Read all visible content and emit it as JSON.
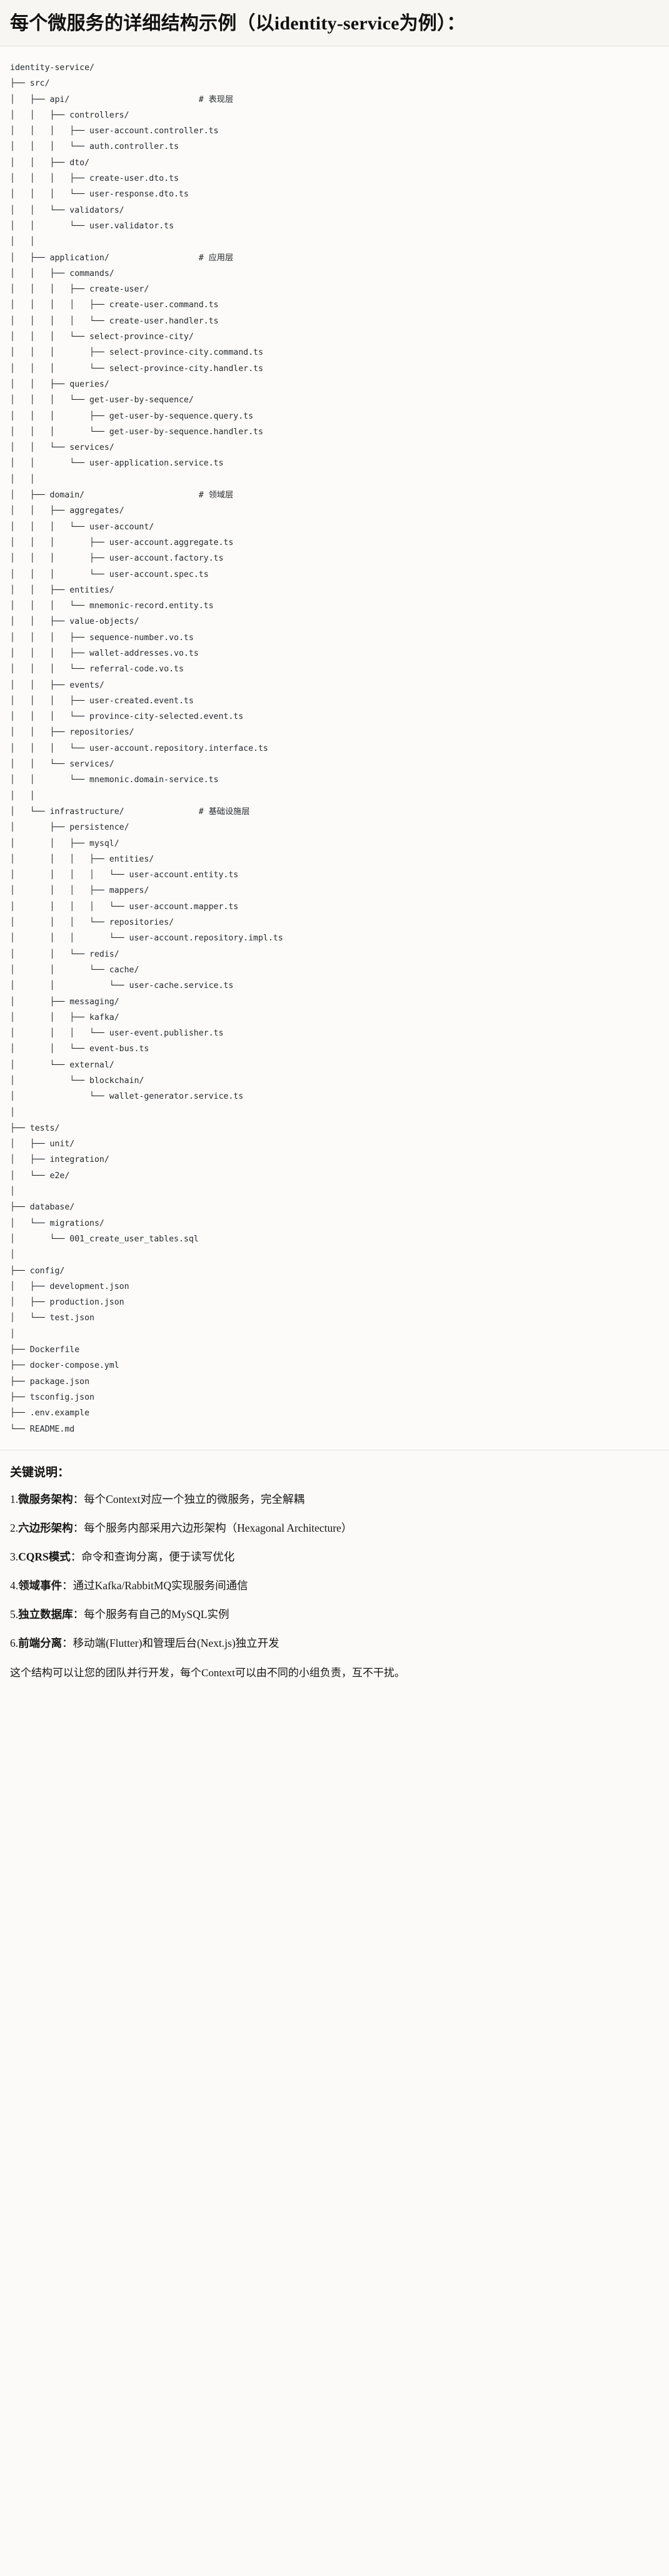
{
  "header": {
    "title": "每个微服务的详细结构示例（以identity-service为例）："
  },
  "tree": {
    "root_label": "identity-service/",
    "lines": [
      "identity-service/",
      "├── src/",
      "│   ├── api/                          # 表现层",
      "│   │   ├── controllers/",
      "│   │   │   ├── user-account.controller.ts",
      "│   │   │   └── auth.controller.ts",
      "│   │   ├── dto/",
      "│   │   │   ├── create-user.dto.ts",
      "│   │   │   └── user-response.dto.ts",
      "│   │   └── validators/",
      "│   │       └── user.validator.ts",
      "│   │",
      "│   ├── application/                  # 应用层",
      "│   │   ├── commands/",
      "│   │   │   ├── create-user/",
      "│   │   │   │   ├── create-user.command.ts",
      "│   │   │   │   └── create-user.handler.ts",
      "│   │   │   └── select-province-city/",
      "│   │   │       ├── select-province-city.command.ts",
      "│   │   │       └── select-province-city.handler.ts",
      "│   │   ├── queries/",
      "│   │   │   └── get-user-by-sequence/",
      "│   │   │       ├── get-user-by-sequence.query.ts",
      "│   │   │       └── get-user-by-sequence.handler.ts",
      "│   │   └── services/",
      "│   │       └── user-application.service.ts",
      "│   │",
      "│   ├── domain/                       # 领域层",
      "│   │   ├── aggregates/",
      "│   │   │   └── user-account/",
      "│   │   │       ├── user-account.aggregate.ts",
      "│   │   │       ├── user-account.factory.ts",
      "│   │   │       └── user-account.spec.ts",
      "│   │   ├── entities/",
      "│   │   │   └── mnemonic-record.entity.ts",
      "│   │   ├── value-objects/",
      "│   │   │   ├── sequence-number.vo.ts",
      "│   │   │   ├── wallet-addresses.vo.ts",
      "│   │   │   └── referral-code.vo.ts",
      "│   │   ├── events/",
      "│   │   │   ├── user-created.event.ts",
      "│   │   │   └── province-city-selected.event.ts",
      "│   │   ├── repositories/",
      "│   │   │   └── user-account.repository.interface.ts",
      "│   │   └── services/",
      "│   │       └── mnemonic.domain-service.ts",
      "│   │",
      "│   └── infrastructure/               # 基础设施层",
      "│       ├── persistence/",
      "│       │   ├── mysql/",
      "│       │   │   ├── entities/",
      "│       │   │   │   └── user-account.entity.ts",
      "│       │   │   ├── mappers/",
      "│       │   │   │   └── user-account.mapper.ts",
      "│       │   │   └── repositories/",
      "│       │   │       └── user-account.repository.impl.ts",
      "│       │   └── redis/",
      "│       │       └── cache/",
      "│       │           └── user-cache.service.ts",
      "│       ├── messaging/",
      "│       │   ├── kafka/",
      "│       │   │   └── user-event.publisher.ts",
      "│       │   └── event-bus.ts",
      "│       └── external/",
      "│           └── blockchain/",
      "│               └── wallet-generator.service.ts",
      "│",
      "├── tests/",
      "│   ├── unit/",
      "│   ├── integration/",
      "│   └── e2e/",
      "│",
      "├── database/",
      "│   └── migrations/",
      "│       └── 001_create_user_tables.sql",
      "│",
      "├── config/",
      "│   ├── development.json",
      "│   ├── production.json",
      "│   └── test.json",
      "│",
      "├── Dockerfile",
      "├── docker-compose.yml",
      "├── package.json",
      "├── tsconfig.json",
      "├── .env.example",
      "└── README.md"
    ],
    "layer_comments": [
      "# 表现层",
      "# 应用层",
      "# 领域层",
      "# 基础设施层"
    ]
  },
  "notes": {
    "heading": "关键说明：",
    "items": [
      {
        "num": "1.",
        "term": "微服务架构",
        "sep": "：",
        "desc": "每个Context对应一个独立的微服务，完全解耦"
      },
      {
        "num": "2.",
        "term": "六边形架构",
        "sep": "：",
        "desc": "每个服务内部采用六边形架构（Hexagonal Architecture）"
      },
      {
        "num": "3.",
        "term": "CQRS模式",
        "sep": "：",
        "desc": "命令和查询分离，便于读写优化"
      },
      {
        "num": "4.",
        "term": "领域事件",
        "sep": "：",
        "desc": "通过Kafka/RabbitMQ实现服务间通信"
      },
      {
        "num": "5.",
        "term": "独立数据库",
        "sep": "：",
        "desc": "每个服务有自己的MySQL实例"
      },
      {
        "num": "6.",
        "term": "前端分离",
        "sep": "：",
        "desc": "移动端(Flutter)和管理后台(Next.js)独立开发"
      }
    ],
    "closing": "这个结构可以让您的团队并行开发，每个Context可以由不同的小组负责，互不干扰。"
  }
}
